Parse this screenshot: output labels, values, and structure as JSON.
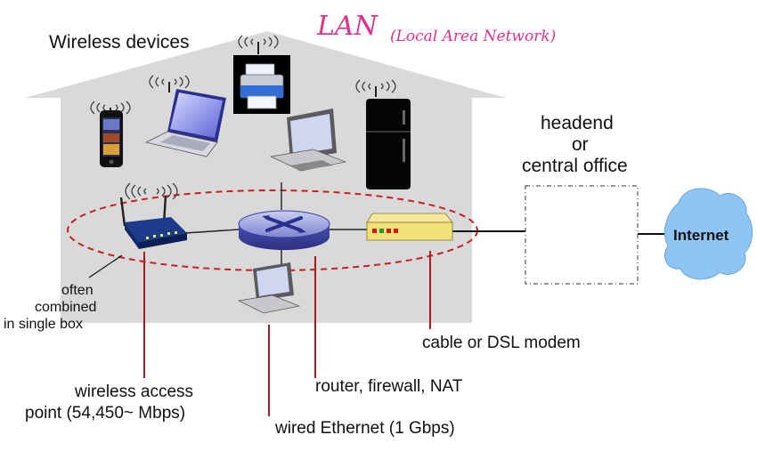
{
  "title": "LAN",
  "title_note": "(Local Area Network)",
  "labels": {
    "wireless_devices": "Wireless devices",
    "headend": "headend",
    "or": "or",
    "central_office": "central office",
    "internet": "Internet",
    "often": "often",
    "combined": "combined",
    "single_box": "in single box",
    "ap_line1": "wireless access",
    "ap_line2": "point (54,450~ Mbps)",
    "router": "router, firewall, NAT",
    "modem": "cable or DSL modem",
    "ethernet": "wired Ethernet (1 Gbps)"
  },
  "colors": {
    "house": "#d9d9d9",
    "lan_title": "#e0308c",
    "lan_ring": "#cc1f1f",
    "callout_line": "#b01818",
    "cloud": "#8ec5f2",
    "router": "#3a3fa3"
  },
  "icons": [
    "printer-icon",
    "laptop-icon",
    "phone-icon",
    "fridge-icon",
    "desktop-icon",
    "access-point-icon",
    "router-icon",
    "modem-icon",
    "internet-cloud-icon",
    "wireless-waves-icon"
  ]
}
